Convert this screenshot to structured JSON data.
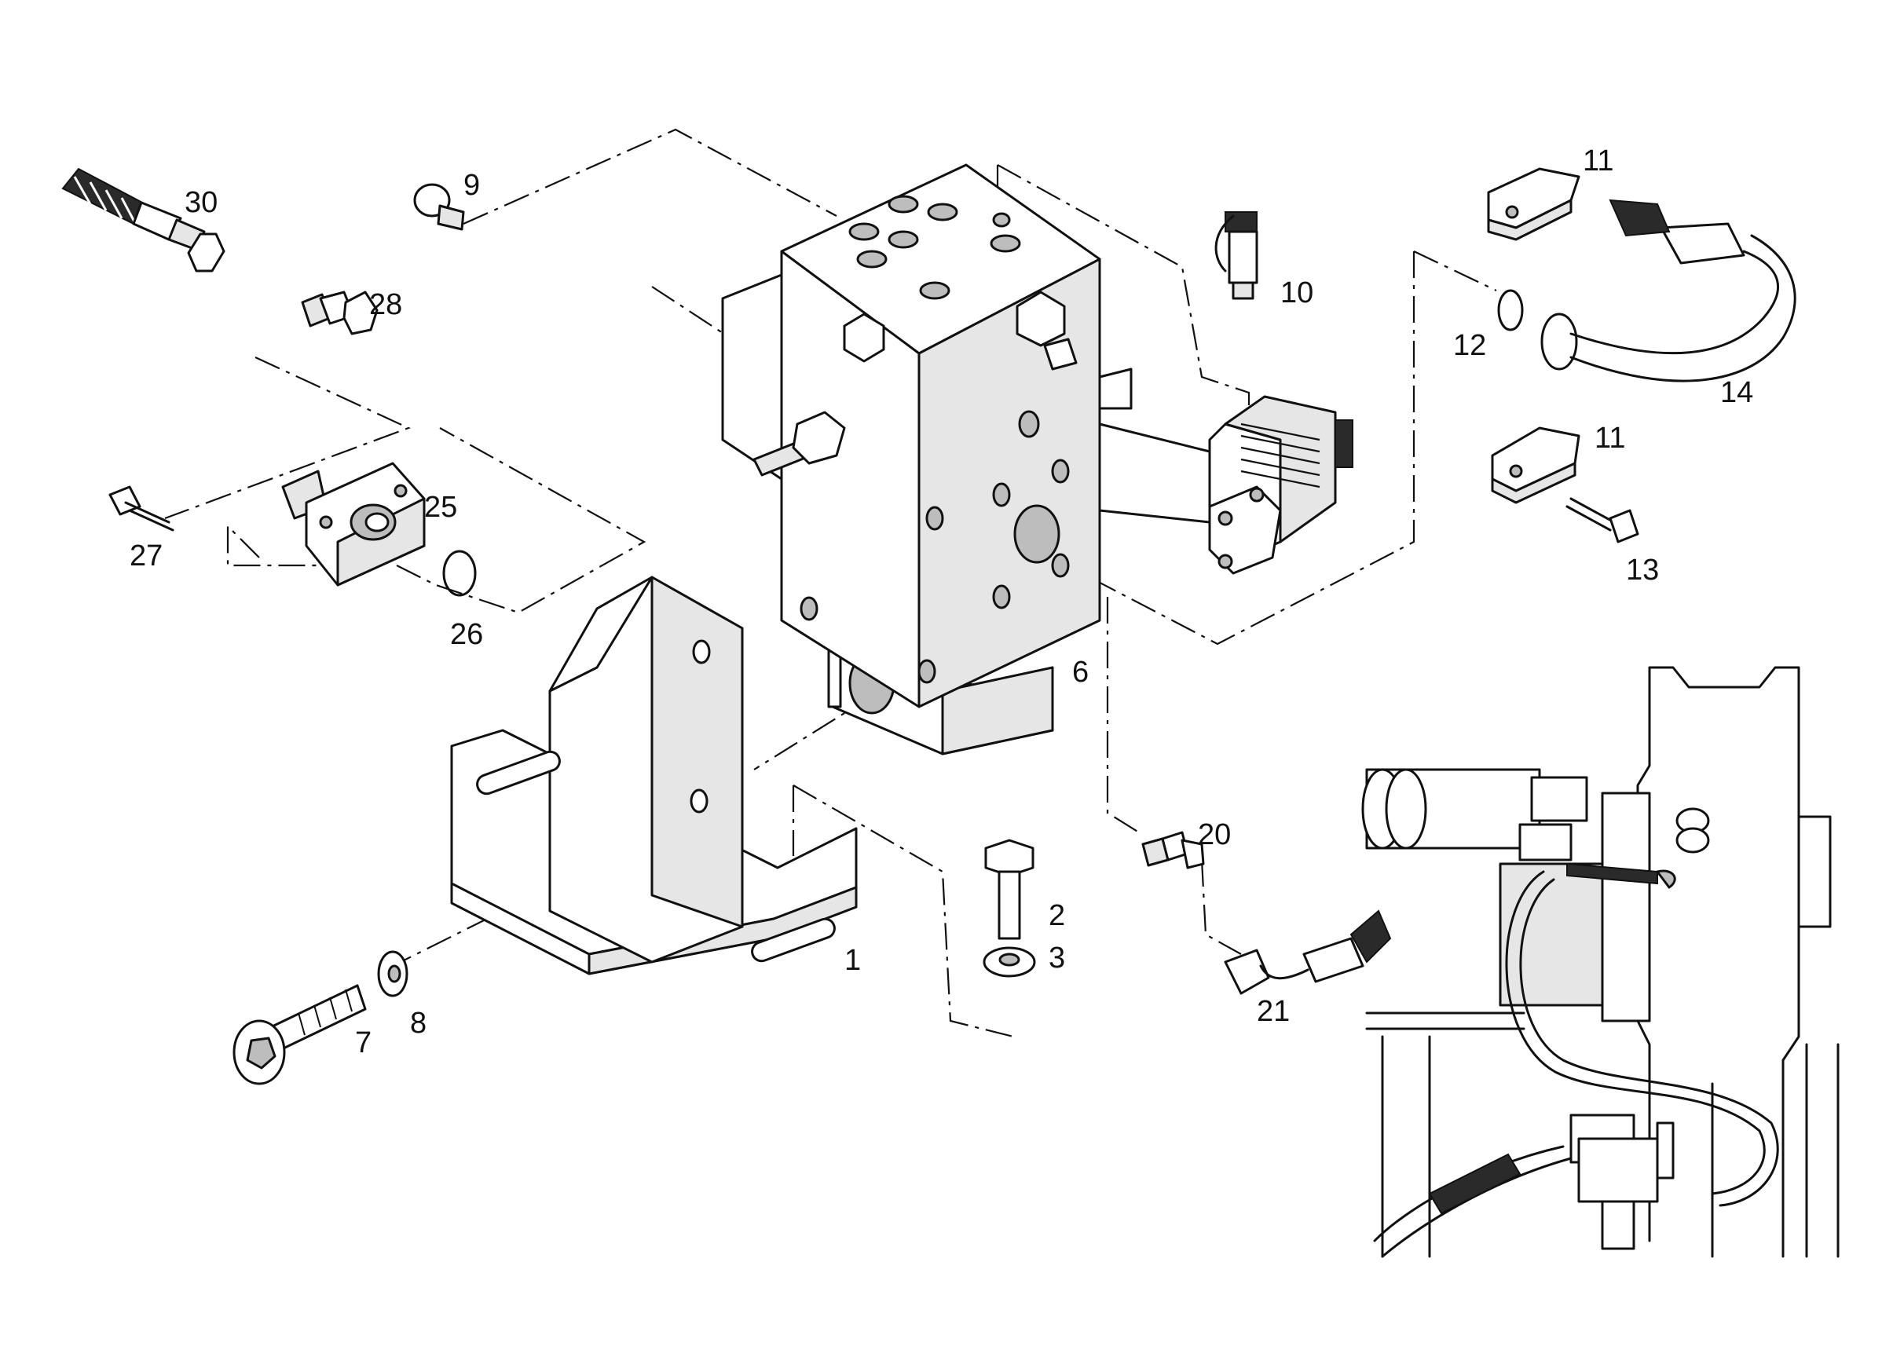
{
  "labels": {
    "p1": "1",
    "p2": "2",
    "p3": "3",
    "p6": "6",
    "p7": "7",
    "p8": "8",
    "p9": "9",
    "p10": "10",
    "p11a": "11",
    "p11b": "11",
    "p12": "12",
    "p13": "13",
    "p14": "14",
    "p20": "20",
    "p21": "21",
    "p25": "25",
    "p26": "26",
    "p27": "27",
    "p28": "28",
    "p30": "30"
  }
}
